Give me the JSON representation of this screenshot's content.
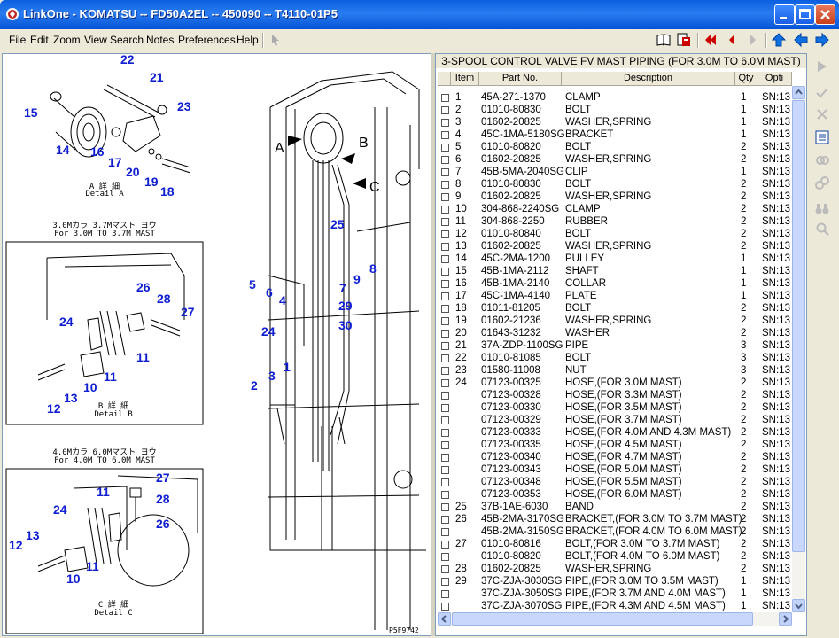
{
  "window": {
    "title": "LinkOne - KOMATSU -- FD50A2EL -- 450090 -- T4110-01P5"
  },
  "menu": [
    "File",
    "Edit",
    "Zoom",
    "View",
    "Search",
    "Notes",
    "Preferences",
    "Help"
  ],
  "drawing": {
    "callouts": [
      {
        "n": "22"
      },
      {
        "n": "21"
      },
      {
        "n": "15"
      },
      {
        "n": "23"
      },
      {
        "n": "14"
      },
      {
        "n": "16"
      },
      {
        "n": "17"
      },
      {
        "n": "20"
      },
      {
        "n": "19"
      },
      {
        "n": "18"
      },
      {
        "n": "26"
      },
      {
        "n": "28"
      },
      {
        "n": "27"
      },
      {
        "n": "24"
      },
      {
        "n": "11"
      },
      {
        "n": "11"
      },
      {
        "n": "10"
      },
      {
        "n": "13"
      },
      {
        "n": "12"
      },
      {
        "n": "27"
      },
      {
        "n": "11"
      },
      {
        "n": "28"
      },
      {
        "n": "24"
      },
      {
        "n": "26"
      },
      {
        "n": "13"
      },
      {
        "n": "12"
      },
      {
        "n": "11"
      },
      {
        "n": "10"
      },
      {
        "n": "25"
      },
      {
        "n": "8"
      },
      {
        "n": "9"
      },
      {
        "n": "7"
      },
      {
        "n": "5"
      },
      {
        "n": "6"
      },
      {
        "n": "4"
      },
      {
        "n": "29"
      },
      {
        "n": "30"
      },
      {
        "n": "24"
      },
      {
        "n": "1"
      },
      {
        "n": "3"
      },
      {
        "n": "2"
      },
      {
        "n": "A"
      },
      {
        "n": "B"
      },
      {
        "n": "C"
      }
    ],
    "captions": {
      "detail_a_jp": "A 詳 細",
      "detail_a": "Detail A",
      "mast1_jp": "3.0Mカラ 3.7Mマスト ヨウ",
      "mast1": "For 3.0M TO 3.7M MAST",
      "detail_b_jp": "B 詳 細",
      "detail_b": "Detail B",
      "mast2_jp": "4.0Mカラ 6.0Mマスト ヨウ",
      "mast2": "For 4.0M TO 6.0M MAST",
      "detail_c_jp": "C 詳 細",
      "detail_c": "Detail C",
      "drawing_no": "P5F9742"
    }
  },
  "parts": {
    "title": "3-SPOOL CONTROL VALVE FV MAST PIPING (FOR 3.0M TO 6.0M MAST)",
    "columns": [
      "Item",
      "Part No.",
      "Description",
      "Qty",
      "Opti"
    ],
    "rows": [
      {
        "item": "1",
        "part": "45A-271-1370",
        "desc": "CLAMP",
        "qty": "1",
        "opt": "SN:13"
      },
      {
        "item": "2",
        "part": "01010-80830",
        "desc": "BOLT",
        "qty": "1",
        "opt": "SN:13"
      },
      {
        "item": "3",
        "part": "01602-20825",
        "desc": "WASHER,SPRING",
        "qty": "1",
        "opt": "SN:13"
      },
      {
        "item": "4",
        "part": "45C-1MA-5180SG",
        "desc": "BRACKET",
        "qty": "1",
        "opt": "SN:13"
      },
      {
        "item": "5",
        "part": "01010-80820",
        "desc": "BOLT",
        "qty": "2",
        "opt": "SN:13"
      },
      {
        "item": "6",
        "part": "01602-20825",
        "desc": "WASHER,SPRING",
        "qty": "2",
        "opt": "SN:13"
      },
      {
        "item": "7",
        "part": "45B-5MA-2040SG",
        "desc": "CLIP",
        "qty": "1",
        "opt": "SN:13"
      },
      {
        "item": "8",
        "part": "01010-80830",
        "desc": "BOLT",
        "qty": "2",
        "opt": "SN:13"
      },
      {
        "item": "9",
        "part": "01602-20825",
        "desc": "WASHER,SPRING",
        "qty": "2",
        "opt": "SN:13"
      },
      {
        "item": "10",
        "part": "304-868-2240SG",
        "desc": "CLAMP",
        "qty": "2",
        "opt": "SN:13"
      },
      {
        "item": "11",
        "part": "304-868-2250",
        "desc": "RUBBER",
        "qty": "2",
        "opt": "SN:13"
      },
      {
        "item": "12",
        "part": "01010-80840",
        "desc": "BOLT",
        "qty": "2",
        "opt": "SN:13"
      },
      {
        "item": "13",
        "part": "01602-20825",
        "desc": "WASHER,SPRING",
        "qty": "2",
        "opt": "SN:13"
      },
      {
        "item": "14",
        "part": "45C-2MA-1200",
        "desc": "PULLEY",
        "qty": "1",
        "opt": "SN:13"
      },
      {
        "item": "15",
        "part": "45B-1MA-2112",
        "desc": "SHAFT",
        "qty": "1",
        "opt": "SN:13"
      },
      {
        "item": "16",
        "part": "45B-1MA-2140",
        "desc": "COLLAR",
        "qty": "1",
        "opt": "SN:13"
      },
      {
        "item": "17",
        "part": "45C-1MA-4140",
        "desc": "PLATE",
        "qty": "1",
        "opt": "SN:13"
      },
      {
        "item": "18",
        "part": "01011-81205",
        "desc": "BOLT",
        "qty": "2",
        "opt": "SN:13"
      },
      {
        "item": "19",
        "part": "01602-21236",
        "desc": "WASHER,SPRING",
        "qty": "2",
        "opt": "SN:13"
      },
      {
        "item": "20",
        "part": "01643-31232",
        "desc": "WASHER",
        "qty": "2",
        "opt": "SN:13"
      },
      {
        "item": "21",
        "part": "37A-ZDP-1100SG",
        "desc": "PIPE",
        "qty": "3",
        "opt": "SN:13"
      },
      {
        "item": "22",
        "part": "01010-81085",
        "desc": "BOLT",
        "qty": "3",
        "opt": "SN:13"
      },
      {
        "item": "23",
        "part": "01580-11008",
        "desc": "NUT",
        "qty": "3",
        "opt": "SN:13"
      },
      {
        "item": "24",
        "part": "07123-00325",
        "desc": "HOSE,(FOR 3.0M MAST)",
        "qty": "2",
        "opt": "SN:13"
      },
      {
        "item": "",
        "part": "07123-00328",
        "desc": "HOSE,(FOR 3.3M MAST)",
        "qty": "2",
        "opt": "SN:13"
      },
      {
        "item": "",
        "part": "07123-00330",
        "desc": "HOSE,(FOR 3.5M MAST)",
        "qty": "2",
        "opt": "SN:13"
      },
      {
        "item": "",
        "part": "07123-00329",
        "desc": "HOSE,(FOR 3.7M MAST)",
        "qty": "2",
        "opt": "SN:13"
      },
      {
        "item": "",
        "part": "07123-00333",
        "desc": "HOSE,(FOR 4.0M AND 4.3M MAST)",
        "qty": "2",
        "opt": "SN:13"
      },
      {
        "item": "",
        "part": "07123-00335",
        "desc": "HOSE,(FOR 4.5M MAST)",
        "qty": "2",
        "opt": "SN:13"
      },
      {
        "item": "",
        "part": "07123-00340",
        "desc": "HOSE,(FOR 4.7M MAST)",
        "qty": "2",
        "opt": "SN:13"
      },
      {
        "item": "",
        "part": "07123-00343",
        "desc": "HOSE,(FOR 5.0M MAST)",
        "qty": "2",
        "opt": "SN:13"
      },
      {
        "item": "",
        "part": "07123-00348",
        "desc": "HOSE,(FOR 5.5M MAST)",
        "qty": "2",
        "opt": "SN:13"
      },
      {
        "item": "",
        "part": "07123-00353",
        "desc": "HOSE,(FOR 6.0M MAST)",
        "qty": "2",
        "opt": "SN:13"
      },
      {
        "item": "25",
        "part": "37B-1AE-6030",
        "desc": "BAND",
        "qty": "2",
        "opt": "SN:13"
      },
      {
        "item": "26",
        "part": "45B-2MA-3170SG",
        "desc": "BRACKET,(FOR 3.0M TO 3.7M MAST)",
        "qty": "2",
        "opt": "SN:13"
      },
      {
        "item": "",
        "part": "45B-2MA-3150SG",
        "desc": "BRACKET,(FOR 4.0M TO 6.0M MAST)",
        "qty": "2",
        "opt": "SN:13"
      },
      {
        "item": "27",
        "part": "01010-80816",
        "desc": "BOLT,(FOR 3.0M TO 3.7M MAST)",
        "qty": "2",
        "opt": "SN:13"
      },
      {
        "item": "",
        "part": "01010-80820",
        "desc": "BOLT,(FOR 4.0M TO 6.0M MAST)",
        "qty": "2",
        "opt": "SN:13"
      },
      {
        "item": "28",
        "part": "01602-20825",
        "desc": "WASHER,SPRING",
        "qty": "2",
        "opt": "SN:13"
      },
      {
        "item": "29",
        "part": "37C-ZJA-3030SG",
        "desc": "PIPE,(FOR 3.0M TO 3.5M MAST)",
        "qty": "1",
        "opt": "SN:13"
      },
      {
        "item": "",
        "part": "37C-ZJA-3050SG",
        "desc": "PIPE,(FOR 3.7M AND 4.0M MAST)",
        "qty": "1",
        "opt": "SN:13"
      },
      {
        "item": "",
        "part": "37C-ZJA-3070SG",
        "desc": "PIPE,(FOR 4.3M AND 4.5M MAST)",
        "qty": "1",
        "opt": "SN:13"
      }
    ]
  },
  "icons": {
    "toolbar": [
      "pointer-icon",
      "book-icon",
      "pdf-icon",
      "first-page-icon",
      "previous-icon",
      "next-icon",
      "up-icon",
      "back-icon",
      "forward-icon"
    ],
    "right_toolbar": [
      "play-icon",
      "check-icon",
      "delete-icon",
      "list-icon",
      "link-icon",
      "unlink-icon",
      "binoculars-icon",
      "find-icon"
    ]
  },
  "colors": {
    "callout": "#1020d0",
    "titlebar": "#0a5fe0",
    "arrow_red": "#cc0000",
    "arrow_blue": "#1060e0"
  }
}
